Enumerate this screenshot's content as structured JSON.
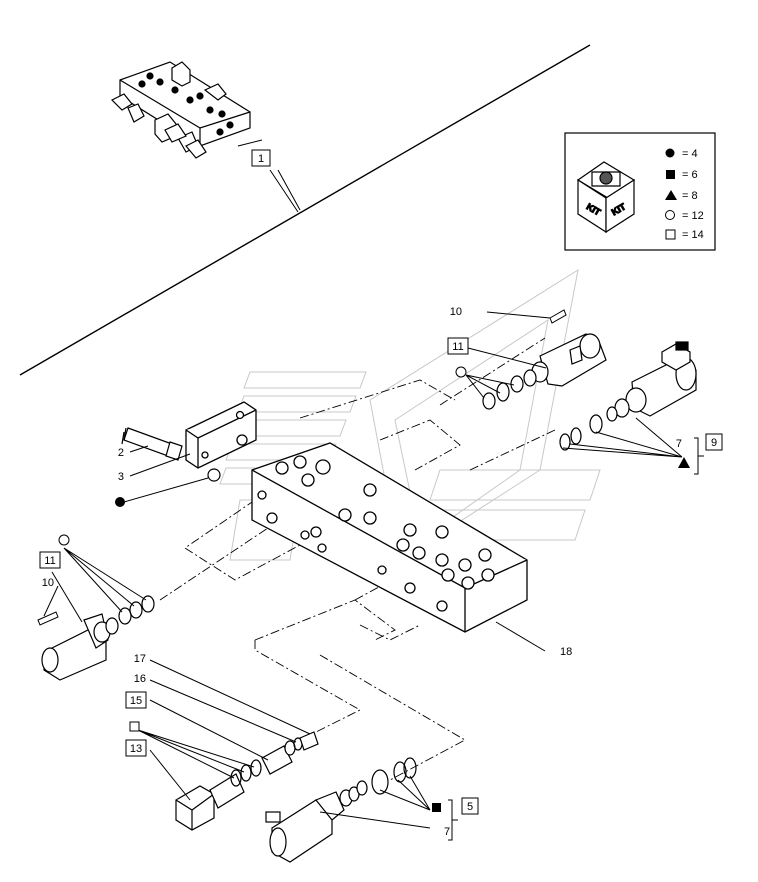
{
  "callouts": {
    "c1": "1",
    "c2": "2",
    "c3": "3",
    "c5": "5",
    "c7a": "7",
    "c7b": "7",
    "c9": "9",
    "c10a": "10",
    "c10b": "10",
    "c11a": "11",
    "c11b": "11",
    "c13": "13",
    "c15": "15",
    "c16": "16",
    "c17": "17",
    "c18": "18"
  },
  "legend": {
    "kit_word_1": "KIT",
    "kit_word_2": "KIT",
    "items": [
      {
        "symbol": "filled-circle",
        "text": "= 4"
      },
      {
        "symbol": "filled-square",
        "text": "= 6"
      },
      {
        "symbol": "filled-triangle",
        "text": "= 8"
      },
      {
        "symbol": "open-circle",
        "text": "= 12"
      },
      {
        "symbol": "open-square",
        "text": "= 14"
      }
    ]
  }
}
